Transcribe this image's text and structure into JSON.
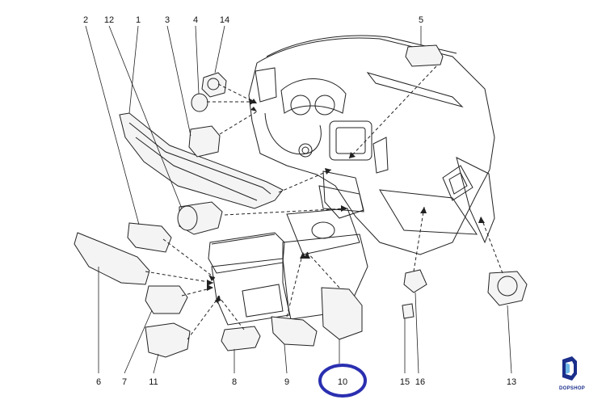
{
  "callouts": [
    {
      "id": "2",
      "label": "2"
    },
    {
      "id": "12",
      "label": "12"
    },
    {
      "id": "1",
      "label": "1"
    },
    {
      "id": "3",
      "label": "3"
    },
    {
      "id": "4",
      "label": "4"
    },
    {
      "id": "14",
      "label": "14"
    },
    {
      "id": "5",
      "label": "5"
    },
    {
      "id": "6",
      "label": "6"
    },
    {
      "id": "7",
      "label": "7"
    },
    {
      "id": "11",
      "label": "11"
    },
    {
      "id": "8",
      "label": "8"
    },
    {
      "id": "9",
      "label": "9"
    },
    {
      "id": "10",
      "label": "10"
    },
    {
      "id": "15",
      "label": "15"
    },
    {
      "id": "16",
      "label": "16"
    },
    {
      "id": "13",
      "label": "13"
    }
  ],
  "brand": {
    "name": "DOPSHOP",
    "color": "#1a2e8a",
    "accent": "#6fb7e6"
  },
  "highlight": {
    "target": "10",
    "color": "#2a2fb0"
  }
}
